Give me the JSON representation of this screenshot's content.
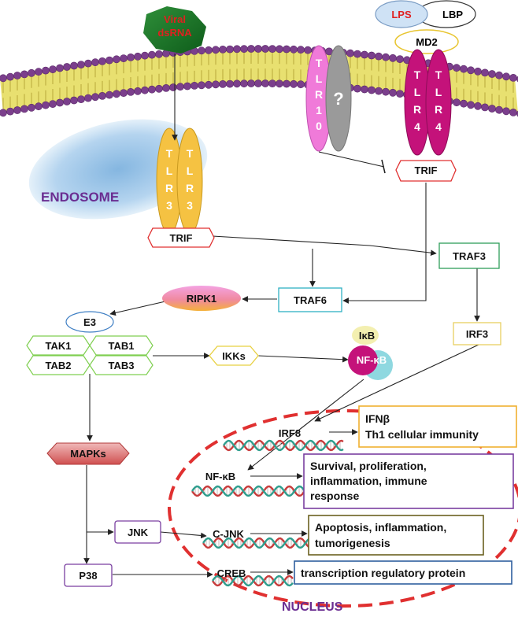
{
  "receptors": {
    "tlr3_letters": [
      "T",
      "L",
      "R",
      "3"
    ],
    "tlr4_letters": [
      "T",
      "L",
      "R",
      "4"
    ],
    "tlr10_letters": [
      "T",
      "L",
      "R",
      "1",
      "0"
    ],
    "unknown": "?"
  },
  "ligands": {
    "viral_line1": "Viral",
    "viral_line2": "dsRNA",
    "lps": "LPS",
    "lbp": "LBP",
    "md2": "MD2"
  },
  "compartments": {
    "endosome": "ENDOSOME",
    "nucleus": "NUCLEUS"
  },
  "nodes": {
    "trif_endo": "TRIF",
    "trif_mem": "TRIF",
    "traf3": "TRAF3",
    "traf6": "TRAF6",
    "ripk1": "RIPK1",
    "e3": "E3",
    "tak1": "TAK1",
    "tab1": "TAB1",
    "tab2": "TAB2",
    "tab3": "TAB3",
    "ikks": "IKKs",
    "ikb": "IκB",
    "nfkb": "NF-κB",
    "irf3": "IRF3",
    "mapks": "MAPKs",
    "jnk": "JNK",
    "p38": "P38"
  },
  "nuclear": {
    "irf8": "IRF8",
    "nfkb": "NF-κB",
    "cjnk": "C-JNK",
    "creb": "CREB"
  },
  "outcomes": {
    "irf8_line1": "IFNβ",
    "irf8_line2": "Th1 cellular immunity",
    "nfkb_line1": "Survival, proliferation,",
    "nfkb_line2": "inflammation, immune",
    "nfkb_line3": "response",
    "cjnk_line1": "Apoptosis, inflammation,",
    "cjnk_line2": "tumorigenesis",
    "creb_line1": "transcription regulatory protein"
  },
  "colors": {
    "membrane_head": "#7b3f8c",
    "membrane_tail": "#e8e070",
    "tlr3": "#f5c242",
    "tlr4": "#c4127a",
    "tlr10": "#f07ad9",
    "unknown": "#9a9a9a",
    "endosome": "#7fb4e0",
    "nucleus_border": "#e03030",
    "purple_text": "#6a2d91",
    "lps_red": "#e02020",
    "dna_red": "#c83c3c",
    "dna_teal": "#2f9e8e"
  }
}
